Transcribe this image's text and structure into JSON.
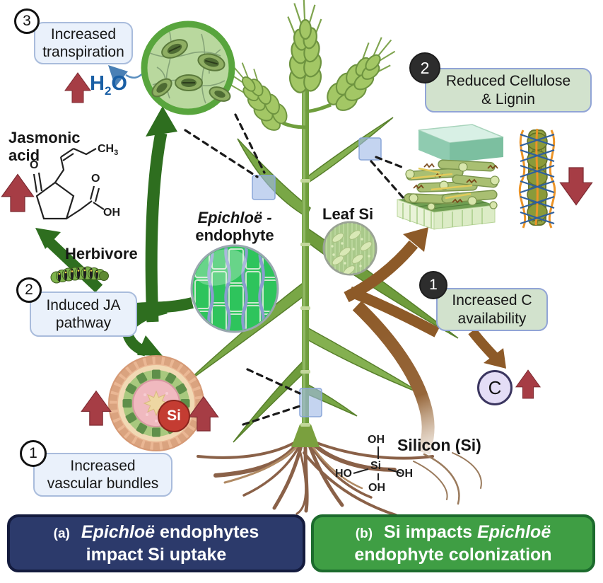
{
  "steps": {
    "s3": "3",
    "s2_left": "2",
    "s1_left": "1",
    "s2_right": "2",
    "s1_right": "1"
  },
  "boxes": {
    "transpiration": {
      "line1": "Increased",
      "line2": "transpiration"
    },
    "ja_pathway": {
      "line1": "Induced JA",
      "line2": "pathway"
    },
    "vascular": {
      "line1": "Increased",
      "line2": "vascular bundles"
    },
    "cellulose": {
      "line1": "Reduced Cellulose",
      "line2": "& Lignin"
    },
    "c_availability": {
      "line1": "Increased C",
      "line2": "availability"
    }
  },
  "labels": {
    "h2o_pre": "H",
    "h2o_sub": "2",
    "h2o_post": "O",
    "jasmonic": "Jasmonic acid",
    "herbivore": "Herbivore",
    "epichloe_italic": "Epichloë -",
    "epichloe_rest": "endophyte",
    "leaf_si": "Leaf Si",
    "silicon": "Silicon (Si)",
    "c_symbol": "C",
    "si_symbol": "Si"
  },
  "chemistry": {
    "ja": {
      "ch3_pre": "CH",
      "ch3_sub": "3",
      "ketone_o": "O",
      "carboxyl_o": "O",
      "carboxyl_oh": "OH"
    },
    "silicic": {
      "si": "Si",
      "oh_top": "OH",
      "oh_right": "OH",
      "oh_bottom": "OH",
      "ho_left": "HO"
    }
  },
  "banners": {
    "a": {
      "tag": "(a)",
      "italic": "Epichloë",
      "rest": " endophytes",
      "line2": "impact Si uptake"
    },
    "b": {
      "tag": "(b)",
      "pre": "Si impacts ",
      "italic": "Epichloë",
      "line2": "endophyte colonization"
    }
  },
  "colors": {
    "light_blue_box": "#eaf1fb",
    "light_green_box": "#d2e2cd",
    "box_border": "#a9bcdc",
    "navy_banner": "#2c3a6b",
    "green_banner": "#3f9e44",
    "red_arrow": "#a63d45",
    "green_arrow": "#2e6e1f",
    "brown_arrow": "#8d5a28",
    "h2o_blue": "#1a5fa5",
    "si_circle_red": "#c43c32",
    "c_circle_lavender": "#e4ddf6"
  }
}
